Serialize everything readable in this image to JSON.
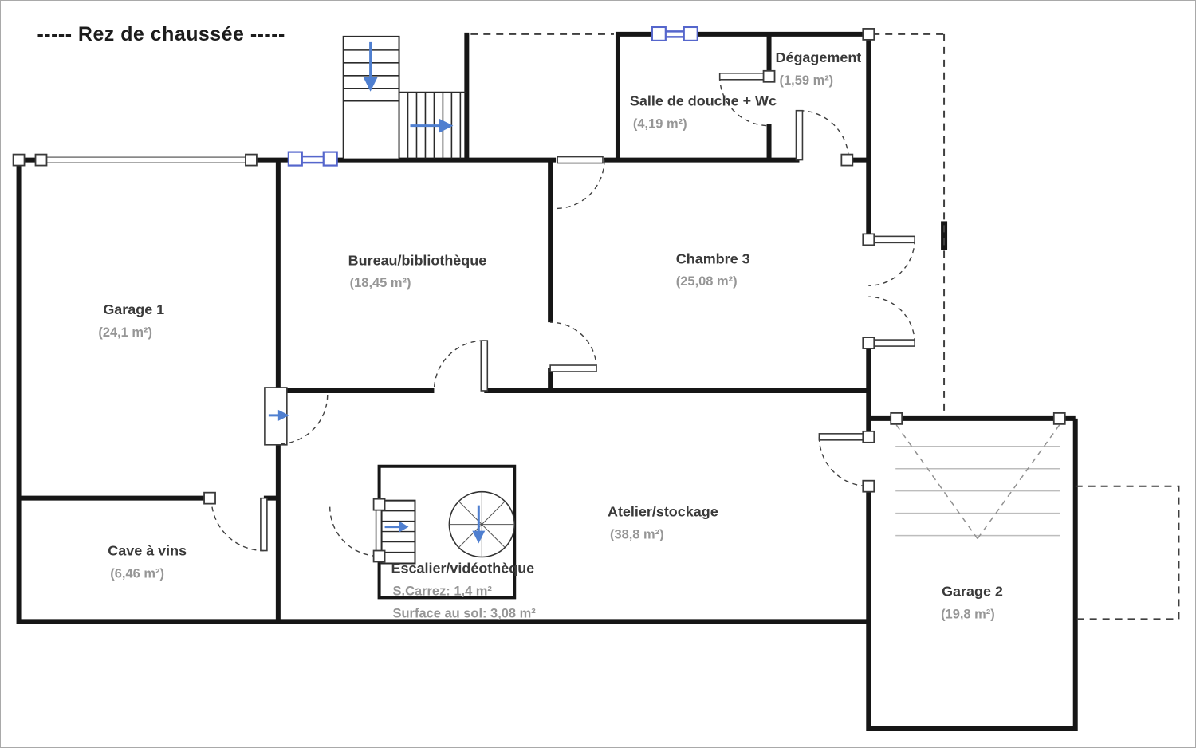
{
  "title": "-----  Rez de chaussée  -----",
  "rooms": {
    "garage1": {
      "name": "Garage 1",
      "area": "(24,1 m²)"
    },
    "bureau": {
      "name": "Bureau/bibliothèque",
      "area": "(18,45 m²)"
    },
    "chambre3": {
      "name": "Chambre 3",
      "area": "(25,08 m²)"
    },
    "salle_de_douche": {
      "name": "Salle de douche + Wc",
      "area": "(4,19 m²)"
    },
    "degagement": {
      "name": "Dégagement",
      "area": "(1,59 m²)"
    },
    "cave_a_vins": {
      "name": "Cave à vins",
      "area": "(6,46 m²)"
    },
    "atelier": {
      "name": "Atelier/stockage",
      "area": "(38,8 m²)"
    },
    "escalier": {
      "name": "Escalier/vidéothèque",
      "carrez": "S.Carrez: 1,4 m²",
      "surface_au_sol": "Surface au sol: 3,08 m²"
    },
    "garage2": {
      "name": "Garage 2",
      "area": "(19,8 m²)"
    }
  },
  "colors": {
    "wall": "#161616",
    "accent_blue": "#4f7fd0",
    "room_label": "#3a3a3a",
    "area_label": "#969696",
    "dashed_line": "#3f3f3f"
  }
}
